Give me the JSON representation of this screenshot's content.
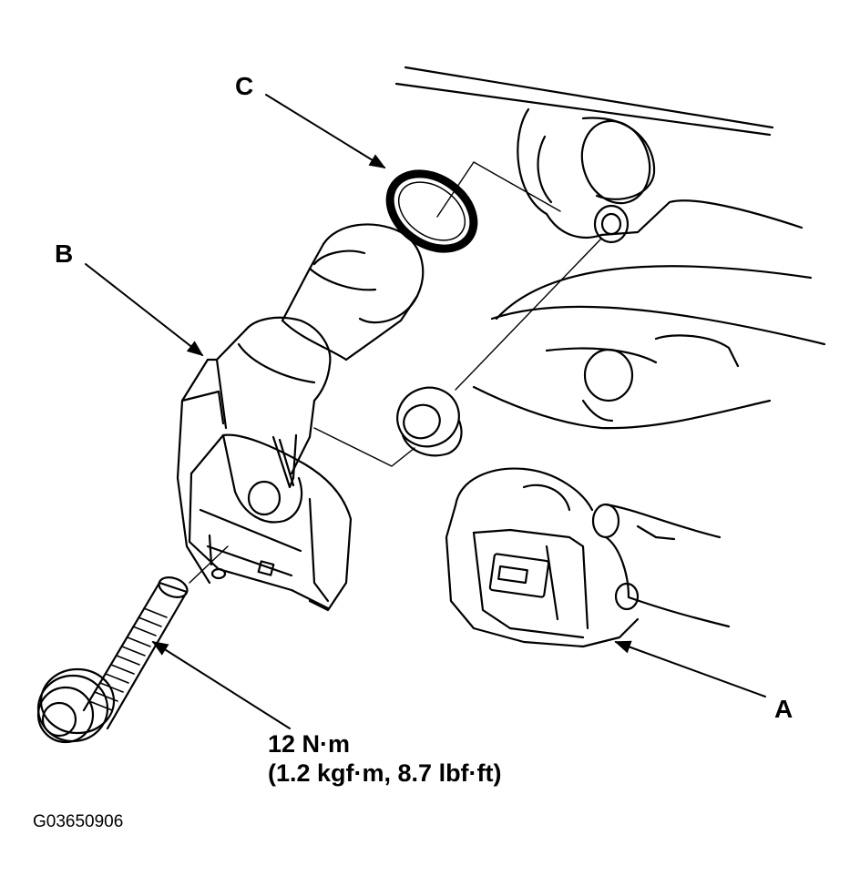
{
  "labels": {
    "a": "A",
    "b": "B",
    "c": "C"
  },
  "torque": {
    "line1": "12 N·m",
    "line2": "(1.2 kgf·m, 8.7 lbf·ft)"
  },
  "figure_code": "G03650906",
  "colors": {
    "ink": "#000000",
    "paper": "#ffffff"
  }
}
